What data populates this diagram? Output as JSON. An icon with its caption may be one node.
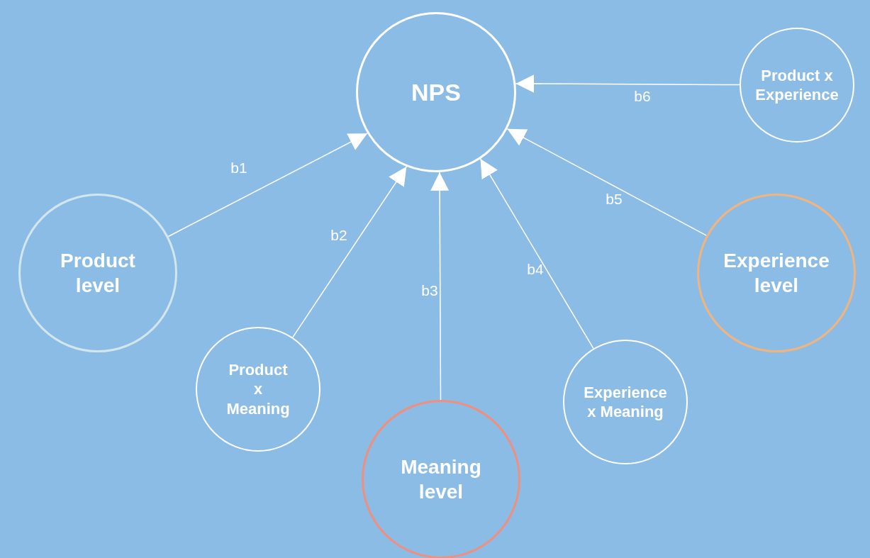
{
  "diagram": {
    "nodes": [
      {
        "text": [
          "NPS"
        ]
      },
      {
        "text": [
          "Product level"
        ]
      },
      {
        "text": [
          "Product x Meaning"
        ]
      },
      {
        "text": [
          "Meaning level"
        ]
      },
      {
        "text": [
          "Experience x Meaning"
        ]
      },
      {
        "text": [
          "Experience level"
        ]
      },
      {
        "text": [
          "Product x Experience"
        ]
      }
    ],
    "edges": [
      {
        "from": 1,
        "to": 0,
        "arrow": "to",
        "label": "b1"
      },
      {
        "from": 2,
        "to": 0,
        "arrow": "to",
        "label": "b2"
      },
      {
        "from": 3,
        "to": 0,
        "arrow": "to",
        "label": "b3"
      },
      {
        "from": 4,
        "to": 0,
        "arrow": "to",
        "label": "b4"
      },
      {
        "from": 5,
        "to": 0,
        "arrow": "to",
        "label": "b5"
      },
      {
        "from": 6,
        "to": 0,
        "arrow": "to",
        "label": "b6"
      }
    ]
  }
}
